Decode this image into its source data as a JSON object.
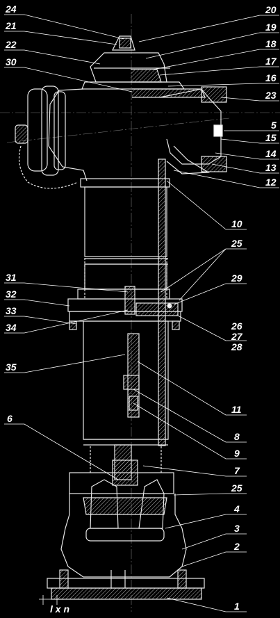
{
  "drawing": {
    "callouts": [
      {
        "id": "c24",
        "text": "24"
      },
      {
        "id": "c21",
        "text": "21"
      },
      {
        "id": "c22",
        "text": "22"
      },
      {
        "id": "c30",
        "text": "30"
      },
      {
        "id": "c20",
        "text": "20"
      },
      {
        "id": "c19",
        "text": "19"
      },
      {
        "id": "c18",
        "text": "18"
      },
      {
        "id": "c17",
        "text": "17"
      },
      {
        "id": "c16",
        "text": "16"
      },
      {
        "id": "c23",
        "text": "23"
      },
      {
        "id": "c5",
        "text": "5"
      },
      {
        "id": "c15",
        "text": "15"
      },
      {
        "id": "c14",
        "text": "14"
      },
      {
        "id": "c13",
        "text": "13"
      },
      {
        "id": "c12",
        "text": "12"
      },
      {
        "id": "c10",
        "text": "10"
      },
      {
        "id": "c25a",
        "text": "25"
      },
      {
        "id": "c31",
        "text": "31"
      },
      {
        "id": "c32",
        "text": "32"
      },
      {
        "id": "c33",
        "text": "33"
      },
      {
        "id": "c34",
        "text": "34"
      },
      {
        "id": "c29",
        "text": "29"
      },
      {
        "id": "c26",
        "text": "26"
      },
      {
        "id": "c27",
        "text": "27"
      },
      {
        "id": "c28",
        "text": "28"
      },
      {
        "id": "c35",
        "text": "35"
      },
      {
        "id": "c11",
        "text": "11"
      },
      {
        "id": "c8",
        "text": "8"
      },
      {
        "id": "c6",
        "text": "6"
      },
      {
        "id": "c9",
        "text": "9"
      },
      {
        "id": "c7",
        "text": "7"
      },
      {
        "id": "c25b",
        "text": "25"
      },
      {
        "id": "c4",
        "text": "4"
      },
      {
        "id": "c3",
        "text": "3"
      },
      {
        "id": "c2",
        "text": "2"
      },
      {
        "id": "c1",
        "text": "1"
      }
    ],
    "dimension_label": "l x n"
  }
}
